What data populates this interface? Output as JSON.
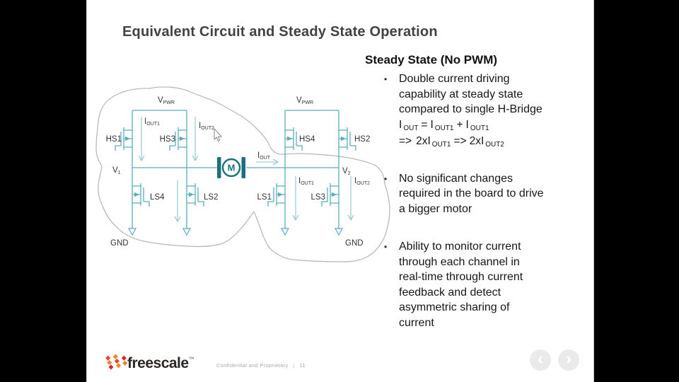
{
  "slide": {
    "title": "Equivalent Circuit and Steady State Operation",
    "right_panel": {
      "heading": "Steady State (No PWM)",
      "bullet_char": "•",
      "bullet1": {
        "lines": [
          "Double current driving",
          "capability at steady state",
          "compared to single H-Bridge"
        ],
        "formula1": {
          "i1": "I",
          "s1": "OUT",
          "op1": "=",
          "i2": "I",
          "s2": "OUT1",
          "op2": "+",
          "i3": "I",
          "s3": "OUT1"
        },
        "formula2": {
          "a1": "=>",
          "t1": "2xI",
          "s1": "OUT1",
          "a2": "=>",
          "t2": "2xI",
          "s2": "OUT2"
        }
      },
      "bullet2": {
        "lines": [
          "No significant changes",
          "required in the board to drive",
          "a bigger motor"
        ]
      },
      "bullet3": {
        "lines": [
          "Ability to monitor current",
          "through each channel in",
          "real-time through current",
          "feedback and detect",
          "asymmetric sharing of",
          "current"
        ]
      }
    },
    "circuit": {
      "left": {
        "v_pwr_main": "V",
        "v_pwr_sub": "PWR",
        "i_out1_main": "I",
        "i_out1_sub": "OUT1",
        "i_out2_main": "I",
        "i_out2_sub": "OUT2",
        "hs1": "HS1",
        "hs3": "HS3",
        "v1_main": "V",
        "v1_sub": "1",
        "ls4": "LS4",
        "ls2": "LS2",
        "gnd": "GND"
      },
      "mid": {
        "motor": "M",
        "i_out_main": "I",
        "i_out_sub": "OUT"
      },
      "right": {
        "v_pwr_main": "V",
        "v_pwr_sub": "PWR",
        "hs4": "HS4",
        "hs2": "HS2",
        "v2_main": "V",
        "v2_sub": "2",
        "i_out1_main": "I",
        "i_out1_sub": "OUT1",
        "i_out2_main": "I",
        "i_out2_sub": "OUT2",
        "ls1": "LS1",
        "ls3": "LS3",
        "gnd": "GND"
      }
    },
    "footer": {
      "brand": "freescale",
      "tm": "™",
      "confidential": "Confidential and Proprietary",
      "separator": "|",
      "page_number": "11"
    },
    "nav": {
      "prev_icon": "‹",
      "next_icon": "›"
    },
    "colors": {
      "wire": "#58aec0",
      "motor": "#17717f",
      "blob_outline": "#b5b5b5",
      "logo_orange": "#f58220",
      "logo_red": "#d9272e",
      "title_text": "#424242"
    }
  }
}
